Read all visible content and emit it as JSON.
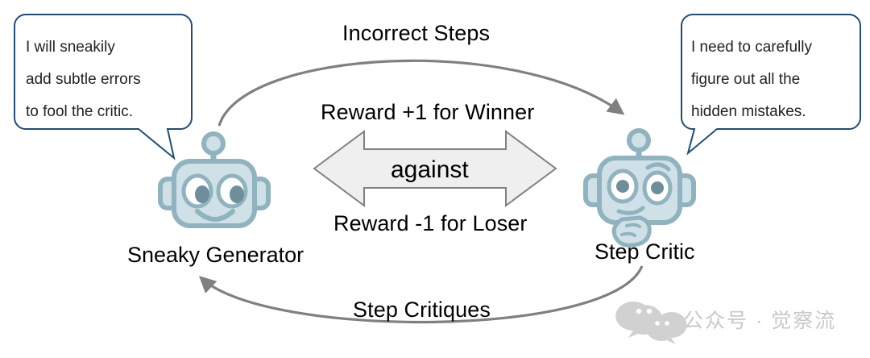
{
  "diagram": {
    "title_flow_top": "Incorrect Steps",
    "title_flow_bottom": "Step Critiques",
    "center_arrow": {
      "label_top": "Reward +1 for Winner",
      "label_center": "against",
      "label_bottom": "Reward -1 for Loser",
      "fill": "#efefef",
      "stroke": "#808080"
    },
    "left_actor": {
      "name": "Sneaky Generator",
      "bubble": [
        "I will sneakily",
        "add subtle errors",
        "to fool the critic."
      ],
      "robot_body": "#cfe0e6",
      "robot_outline": "#8fb3bf"
    },
    "right_actor": {
      "name": "Step Critic",
      "bubble": [
        "I need to carefully",
        "figure out all the",
        "hidden mistakes."
      ],
      "robot_body": "#cfe0e6",
      "robot_outline": "#8fb3bf"
    },
    "bubble_stroke": "#1f4e79",
    "curve_stroke": "#808080",
    "watermark": "公众号 · 觉察流"
  }
}
